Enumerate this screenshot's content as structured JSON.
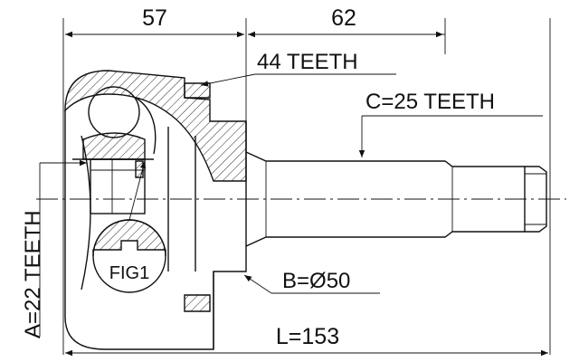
{
  "dimensions": {
    "outer_race_length": "57",
    "shaft_length": "62",
    "total_length": "L=153"
  },
  "annotations": {
    "outer_teeth": "44 TEETH",
    "spline_teeth": "C=25 TEETH",
    "inner_teeth": "A=22 TEETH",
    "seal_diameter": "B=Ø50",
    "detail_label": "FIG1"
  }
}
